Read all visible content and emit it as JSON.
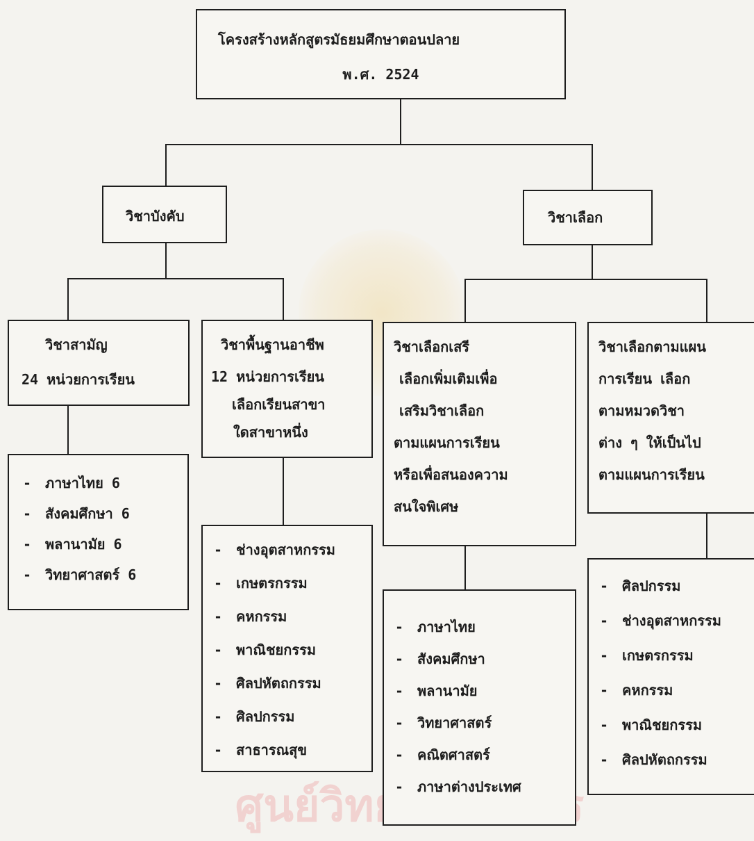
{
  "root": {
    "line1": "โครงสร้างหลักสูตรมัธยมศึกษาตอนปลาย",
    "line2": "พ.ศ. 2524"
  },
  "compulsory": {
    "title": "วิชาบังคับ",
    "general": {
      "line1": "วิชาสามัญ",
      "line2": "24 หน่วยการเรียน",
      "items": [
        "ภาษาไทย 6",
        "สังคมศึกษา 6",
        "พลานามัย 6",
        "วิทยาศาสตร์ 6"
      ]
    },
    "vocational": {
      "line1": "วิชาพื้นฐานอาชีพ",
      "line2": "12 หน่วยการเรียน",
      "line3": "เลือกเรียนสาขา",
      "line4": "ใดสาขาหนึ่ง",
      "items": [
        "ช่างอุตสาหกรรม",
        "เกษตรกรรม",
        "คหกรรม",
        "พาณิชยกรรม",
        "ศิลปหัตถกรรม",
        "ศิลปกรรม",
        "สาธารณสุข"
      ]
    }
  },
  "elective": {
    "title": "วิชาเลือก",
    "free": {
      "line1": "วิชาเลือกเสรี",
      "line2": "เลือกเพิ่มเติมเพื่อ",
      "line3": "เสริมวิชาเลือก",
      "line4": "ตามแผนการเรียน",
      "line5": "หรือเพื่อสนองความ",
      "line6": "สนใจพิเศษ",
      "items": [
        "ภาษาไทย",
        "สังคมศึกษา",
        "พลานามัย",
        "วิทยาศาสตร์",
        "คณิตศาสตร์",
        "ภาษาต่างประเทศ"
      ]
    },
    "plan": {
      "line1": "วิชาเลือกตามแผน",
      "line2": "การเรียน เลือก",
      "line3": "ตามหมวดวิชา",
      "line4": "ต่าง ๆ ให้เป็นไป",
      "line5": "ตามแผนการเรียน",
      "items": [
        "ศิลปกรรม",
        "ช่างอุตสาหกรรม",
        "เกษตรกรรม",
        "คหกรรม",
        "พาณิชยกรรม",
        "ศิลปหัตถกรรม"
      ]
    }
  },
  "watermark": "ศูนย์วิทยทรัพยากร",
  "list_dash": "-"
}
